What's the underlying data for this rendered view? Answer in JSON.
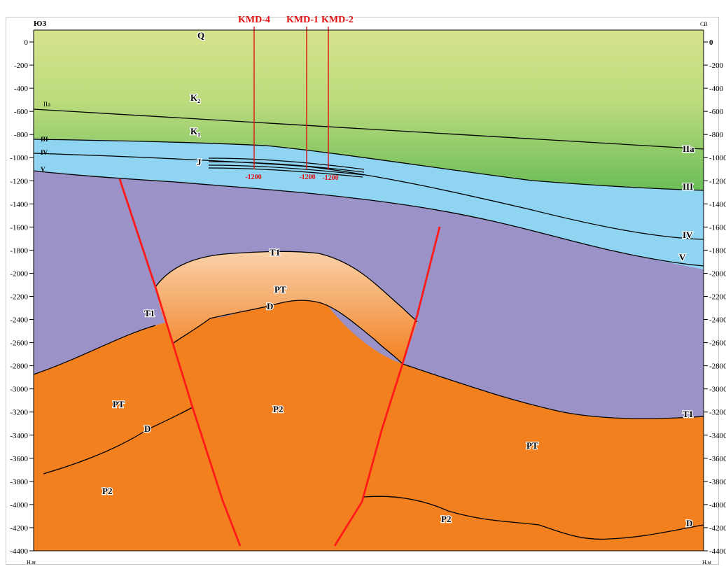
{
  "corners": {
    "top_left": "ЮЗ",
    "top_right": "СВ",
    "bottom_left": "Н.м",
    "bottom_right": "Н.м"
  },
  "colors": {
    "quaternary_cretaceous_top": "#d6e38c",
    "quaternary_cretaceous_bottom": "#6fbf5a",
    "jurassic": "#8fd4f0",
    "triassic": "#9b92c8",
    "pt_light": "#f7c394",
    "pt_orange": "#f3801f",
    "fault": "#ff1a1a",
    "well": "#e01010"
  },
  "depth_axis": {
    "left_ticks": [
      "0",
      "-200",
      "-400",
      "-600",
      "-800",
      "-1000",
      "-1200",
      "-1400",
      "-1600",
      "-1800",
      "-2000",
      "-2200",
      "-2400",
      "-2600",
      "-2800",
      "-3000",
      "-3200",
      "-3400",
      "-3600",
      "-3800",
      "-4000",
      "-4200",
      "-4400"
    ],
    "right_ticks": [
      "0",
      "-200",
      "-400",
      "-600",
      "-800",
      "-1000",
      "-1200",
      "-1400",
      "-1600",
      "-1800",
      "-2000",
      "-2200",
      "-2400",
      "-2600",
      "-2800",
      "-3000",
      "-3200",
      "-3400",
      "-3600",
      "-3800",
      "-4000",
      "-4200",
      "-4400"
    ],
    "min": -4400,
    "max": 0
  },
  "wells": [
    {
      "name": "KMD-4",
      "bottom_depth": "-1200"
    },
    {
      "name": "KMD-1",
      "bottom_depth": "-1200"
    },
    {
      "name": "KMD-2",
      "bottom_depth": "-1200"
    }
  ],
  "horizon_labels": {
    "left": [
      "IIa",
      "III",
      "IV",
      "V"
    ],
    "right": [
      "IIa",
      "III",
      "IV",
      "V"
    ]
  },
  "units": {
    "q": "Q",
    "k2": "K2",
    "k1": "K1",
    "j": "J",
    "t1_dome_top": "T1",
    "pt_dome": "PT",
    "d_dome": "D",
    "t1_left": "T1",
    "pt_left": "PT",
    "d_left": "D",
    "p2_left": "P2",
    "p2_center": "P2",
    "pt_right": "PT",
    "t1_right": "T1",
    "p2_right": "P2",
    "d_right": "D"
  }
}
